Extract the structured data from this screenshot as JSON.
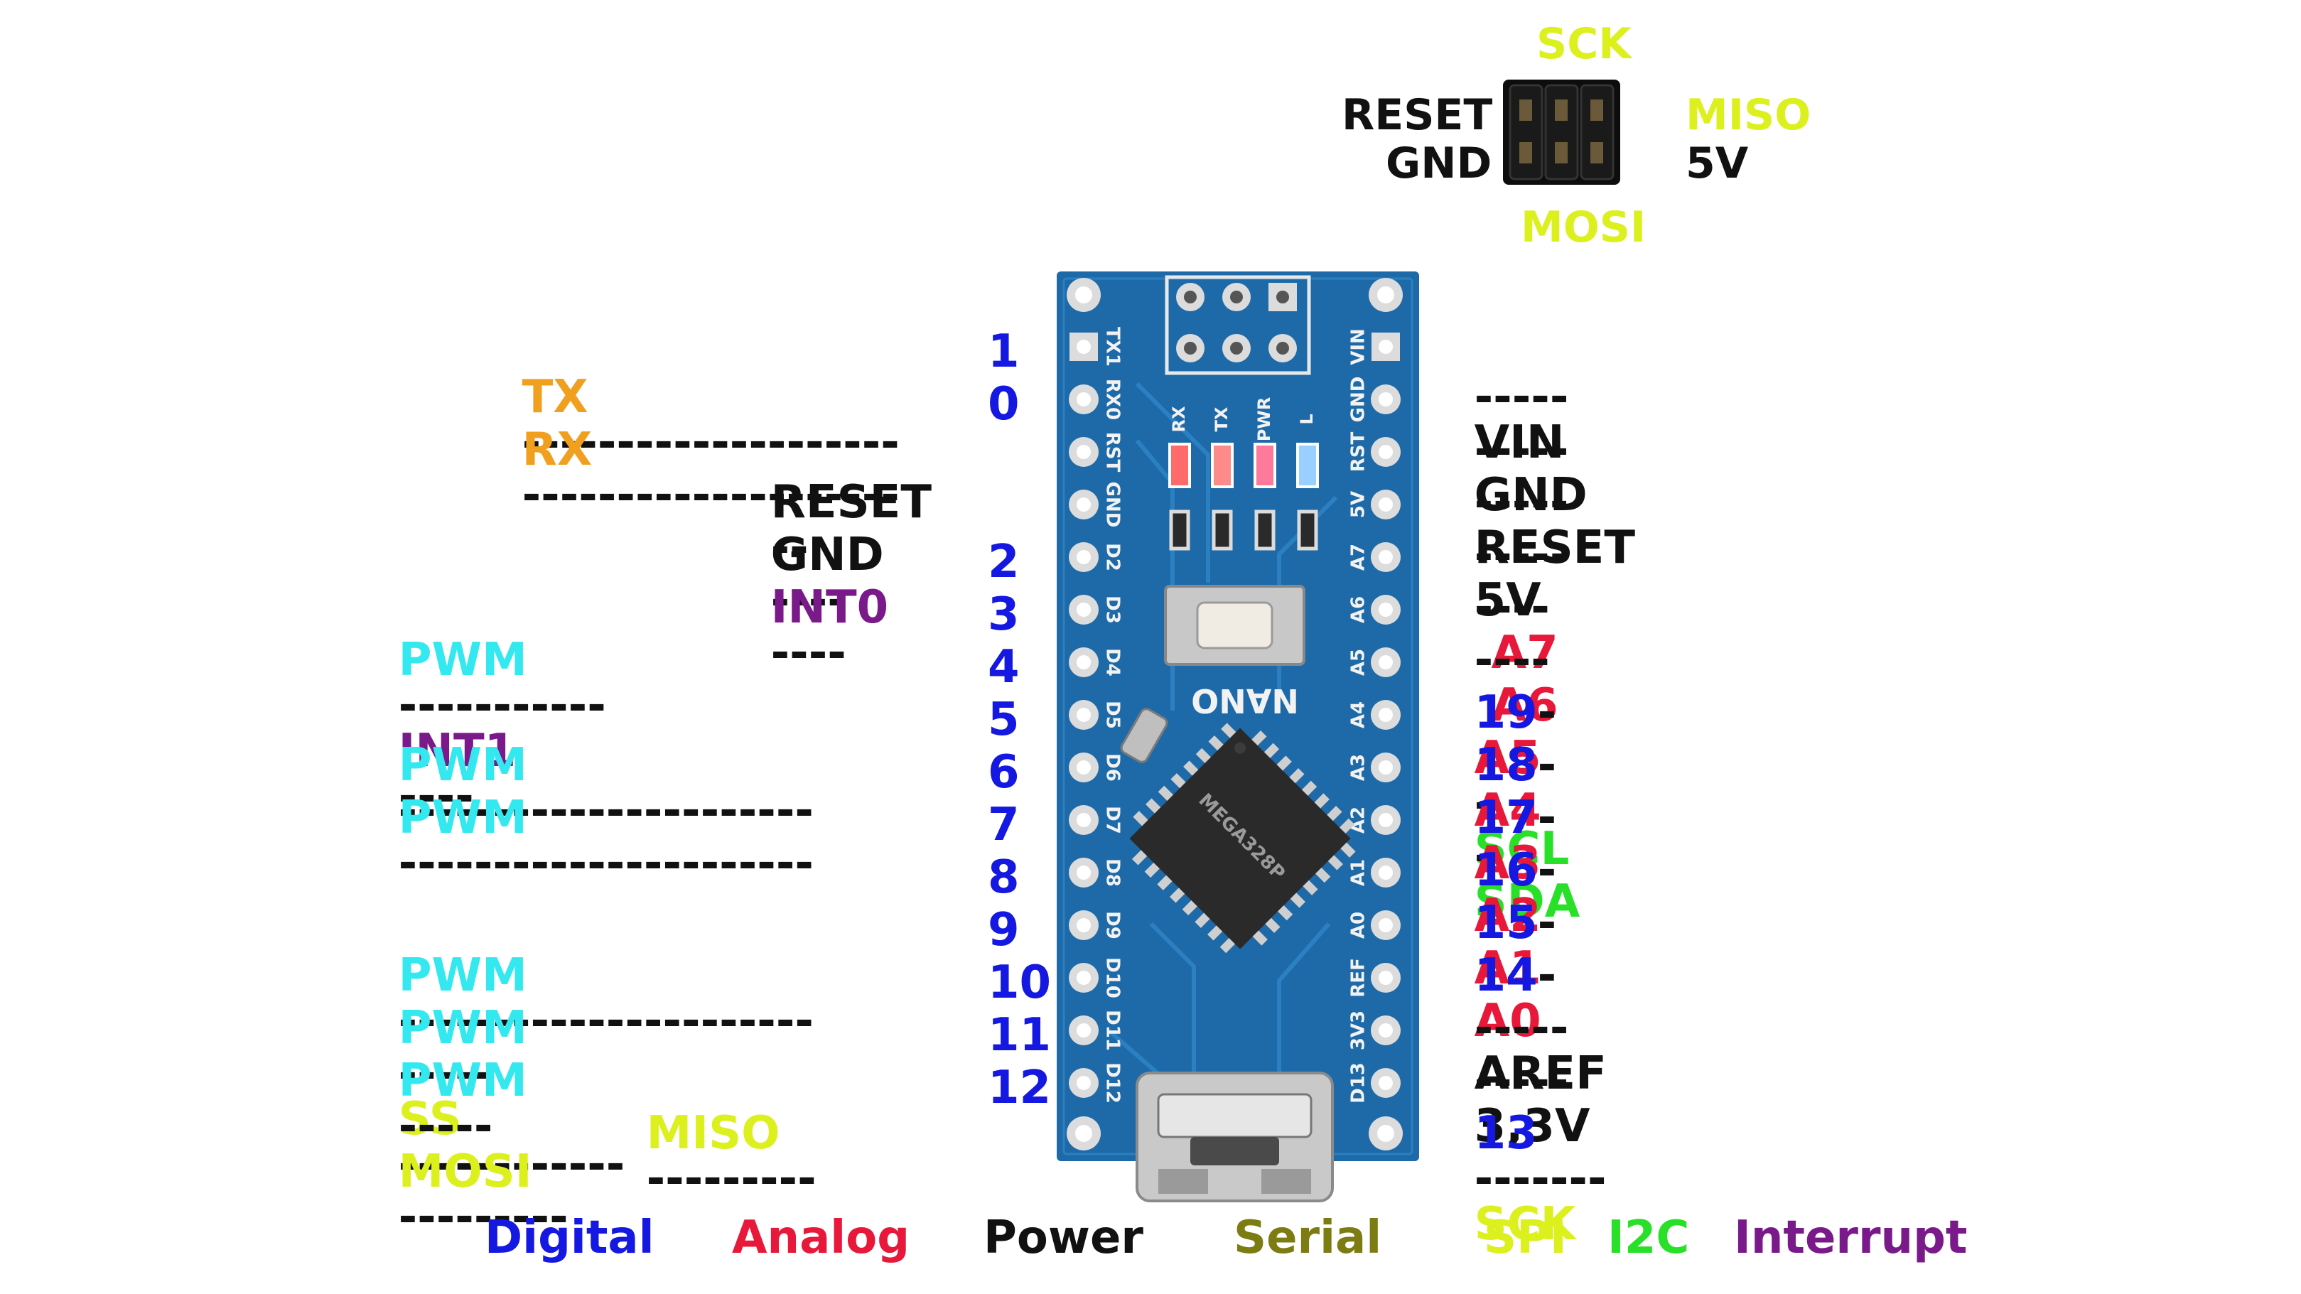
{
  "colors": {
    "digital": "#1418e0",
    "analog": "#e8183a",
    "power": "#111111",
    "serial_legend": "#7c7c12",
    "serial_pins": "#f0a01e",
    "spi": "#dcf01e",
    "i2c": "#28e028",
    "interrupt": "#7a1a8a",
    "pwm": "#34e8f0",
    "board": "#1e6aa8"
  },
  "icsp": {
    "sck": "SCK",
    "reset": "RESET",
    "gnd": "GND",
    "miso": "MISO",
    "v5": "5V",
    "mosi": "MOSI"
  },
  "left": {
    "r1": {
      "func": "TX",
      "dash": "--------------------",
      "pin": "1"
    },
    "r2": {
      "func": "RX",
      "dash": "--------------------",
      "pin": "0"
    },
    "r3": {
      "func": "RESET",
      "dash": "--"
    },
    "r4": {
      "func": "GND",
      "dash": "----"
    },
    "r5": {
      "func": "INT0",
      "dash": "----",
      "pin": "2"
    },
    "r6": {
      "pwm": "PWM",
      "dash1": "-----------",
      "func": "INT1",
      "dash2": "----",
      "pin": "3"
    },
    "r7": {
      "pin": "4"
    },
    "r8": {
      "pwm": "PWM",
      "dash": "----------------------",
      "pin": "5"
    },
    "r9": {
      "pwm": "PWM",
      "dash": "----------------------",
      "pin": "6"
    },
    "r10": {
      "pin": "7"
    },
    "r11": {
      "pin": "8"
    },
    "r12": {
      "pwm": "PWM",
      "dash": "----------------------",
      "pin": "9"
    },
    "r13": {
      "pwm": "PWM",
      "dash1": "-----",
      "func": "SS",
      "dash2": "------------",
      "pin": "10"
    },
    "r14": {
      "pwm": "PWM",
      "dash1": "-----",
      "func": "MOSI",
      "dash2": "---------",
      "pin": "11"
    },
    "r15": {
      "func": "MISO",
      "dash": "---------",
      "pin": "12"
    }
  },
  "right": {
    "r1": {
      "dash": "-----",
      "func": "VIN"
    },
    "r2": {
      "dash": "-----",
      "func": "GND"
    },
    "r3": {
      "dash": "-----",
      "func": "RESET"
    },
    "r4": {
      "dash": "-----",
      "func": "5V"
    },
    "r5": {
      "dash": "----",
      "func": "A7"
    },
    "r6": {
      "dash": "----",
      "func": "A6"
    },
    "r7": {
      "pin": "19",
      "dash": "-",
      "func": "A5",
      "dash2": "-",
      "extra": "SCL"
    },
    "r8": {
      "pin": "18",
      "dash": "-",
      "func": "A4",
      "dash2": "-",
      "extra": "SDA"
    },
    "r9": {
      "pin": "17",
      "dash": "-",
      "func": "A3"
    },
    "r10": {
      "pin": "16",
      "dash": "-",
      "func": "A2"
    },
    "r11": {
      "pin": "15",
      "dash": "-",
      "func": "A1"
    },
    "r12": {
      "pin": "14",
      "dash": "-",
      "func": "A0"
    },
    "r13": {
      "dash": "-----",
      "func": "AREF"
    },
    "r14": {
      "dash": "-----",
      "func": "3,3V"
    },
    "r15": {
      "pin": "13",
      "dash": "-------",
      "func": "SCK"
    }
  },
  "board": {
    "left_silk": [
      "TX1",
      "RX0",
      "RST",
      "GND",
      "D2",
      "D3",
      "D4",
      "D5",
      "D6",
      "D7",
      "D8",
      "D9",
      "D10",
      "D11",
      "D12"
    ],
    "right_silk": [
      "VIN",
      "GND",
      "RST",
      "5V",
      "A7",
      "A6",
      "A5",
      "A4",
      "A3",
      "A2",
      "A1",
      "A0",
      "REF",
      "3V3",
      "D13"
    ],
    "led_labels": [
      "RX",
      "TX",
      "PWR",
      "L"
    ],
    "name": "NANO",
    "chip_text": "MEGA328P"
  },
  "legend": {
    "digital": "Digital",
    "analog": "Analog",
    "power": "Power",
    "serial": "Serial",
    "spi": "SPI",
    "i2c": "I2C",
    "interrupt": "Interrupt"
  }
}
